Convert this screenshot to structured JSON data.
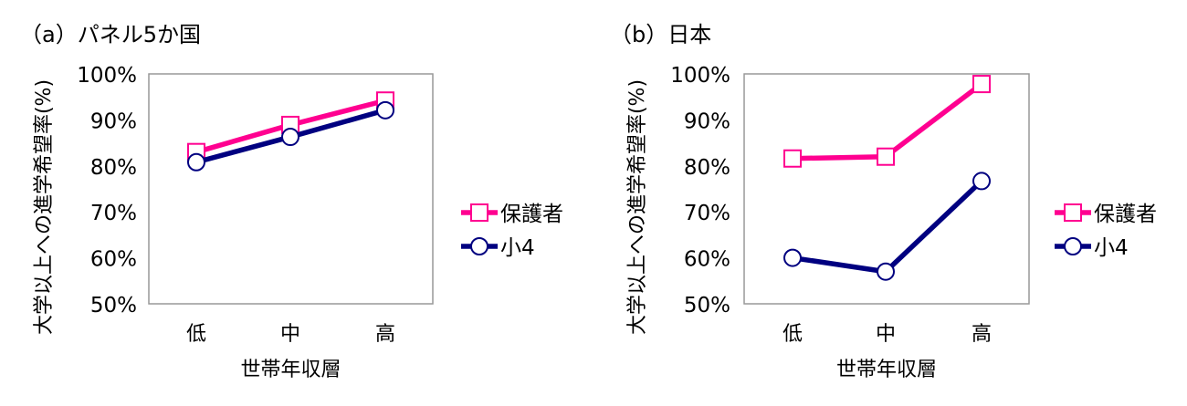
{
  "colors": {
    "guardian": "#ff0090",
    "child": "#000080",
    "axis": "#999999"
  },
  "chart_data": [
    {
      "type": "line",
      "title": "（a）パネル5か国",
      "xlabel": "世帯年収層",
      "ylabel": "大学以上への進学希望率(%)",
      "categories": [
        "低",
        "中",
        "高"
      ],
      "ylim": [
        50,
        100
      ],
      "yticks": [
        "50%",
        "60%",
        "70%",
        "80%",
        "90%",
        "100%"
      ],
      "grid": false,
      "legend_position": "right",
      "series": [
        {
          "name": "保護者",
          "marker": "square",
          "values": [
            83.0,
            88.9,
            94.2
          ]
        },
        {
          "name": "小4",
          "marker": "circle",
          "values": [
            80.8,
            86.3,
            92.1
          ]
        }
      ]
    },
    {
      "type": "line",
      "title": "（b）日本",
      "xlabel": "世帯年収層",
      "ylabel": "大学以上への進学希望率(%)",
      "categories": [
        "低",
        "中",
        "高"
      ],
      "ylim": [
        50,
        100
      ],
      "yticks": [
        "50%",
        "60%",
        "70%",
        "80%",
        "90%",
        "100%"
      ],
      "grid": false,
      "legend_position": "right",
      "series": [
        {
          "name": "保護者",
          "marker": "square",
          "values": [
            81.6,
            82.0,
            97.8
          ]
        },
        {
          "name": "小4",
          "marker": "circle",
          "values": [
            60.0,
            57.0,
            76.7
          ]
        }
      ]
    }
  ]
}
